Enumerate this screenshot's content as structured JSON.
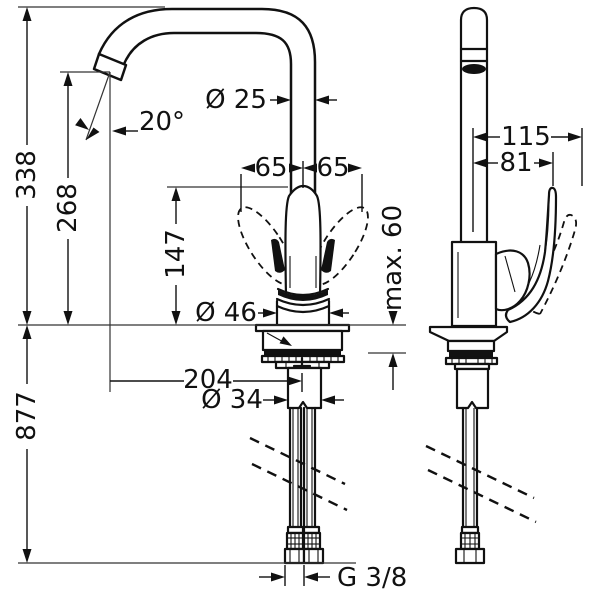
{
  "drawing": {
    "title": "Kitchen mixer tap dimensional drawing",
    "background": "#ffffff",
    "line_color": "#111111"
  },
  "dimensions": {
    "total_height": "338",
    "spout_outlet_height": "268",
    "handle_height": "147",
    "below_counter_length": "877",
    "spout_angle": "20°",
    "spout_diameter": "Ø 25",
    "handle_swivel_left": "65",
    "handle_swivel_right": "65",
    "body_diameter": "Ø 46",
    "max_counter_thickness": "max. 60",
    "spout_reach": "204",
    "shank_diameter": "Ø 34",
    "hose_thread": "G 3/8",
    "side_depth_full": "115",
    "side_depth_handle": "81"
  }
}
